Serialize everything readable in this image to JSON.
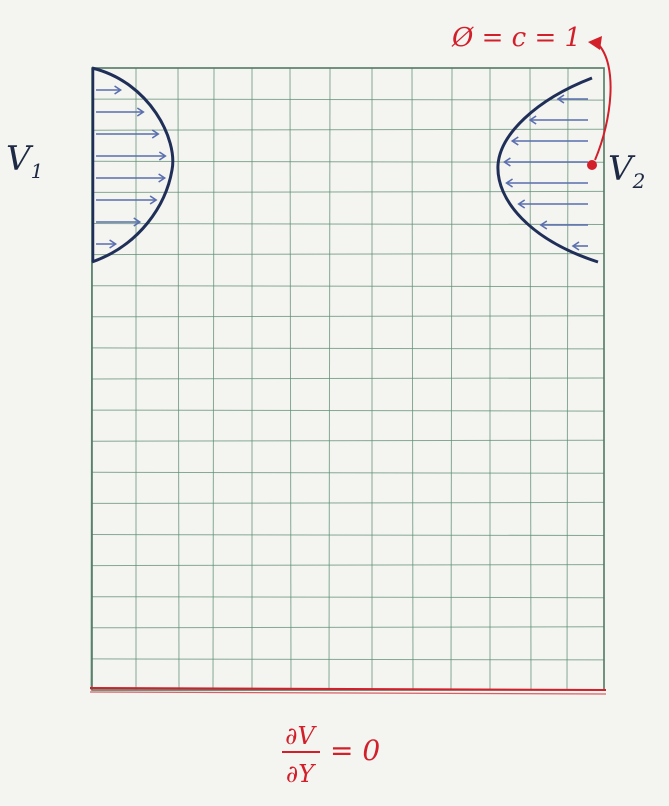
{
  "inlet_label": {
    "symbol": "V",
    "subscript": "1"
  },
  "outlet_label": {
    "symbol": "V",
    "subscript": "2"
  },
  "boundary_condition_outlet": "Ø = c = 1",
  "boundary_condition_bottom": {
    "numerator": "∂V",
    "denominator": "∂Y",
    "rhs": "= 0"
  },
  "colors": {
    "grid": "#5f8f73",
    "profile": "#1f2f57",
    "arrow": "#5a6fae",
    "annotation": "#d21f2a",
    "paper": "#f4f4f1"
  },
  "icons": [
    "arrow-icon",
    "point-marker-icon"
  ]
}
